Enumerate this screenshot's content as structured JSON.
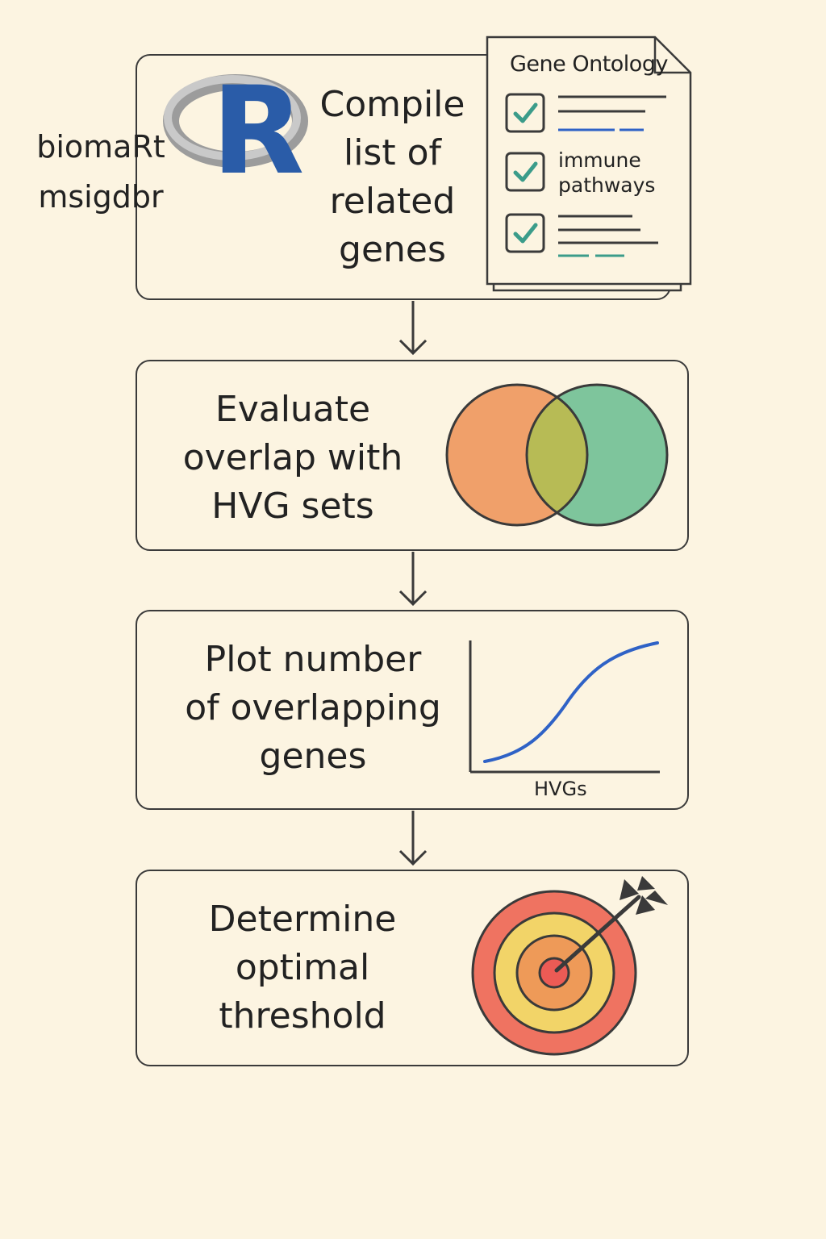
{
  "steps": [
    {
      "text_lines": [
        "Compile",
        "list of",
        "related",
        "genes"
      ]
    },
    {
      "text_lines": [
        "Evaluate",
        "overlap with",
        "HVG sets"
      ]
    },
    {
      "text_lines": [
        "Plot number",
        "of overlapping",
        "genes"
      ]
    },
    {
      "text_lines": [
        "Determine",
        "optimal",
        "threshold"
      ]
    }
  ],
  "tools": {
    "logo_letter": "R",
    "biomart": "biomaRt",
    "msigdbr": "msigdbr"
  },
  "document": {
    "title": "Gene Ontology",
    "item_lines": [
      "immune",
      "pathways"
    ]
  },
  "plot": {
    "x_axis_label": "HVGs"
  },
  "colors": {
    "background": "#fcf4e1",
    "r_logo_blue": "#2a5ca8",
    "venn_left": "#f0a06a",
    "venn_right": "#7ec59c",
    "venn_overlap": "#b7bb55",
    "curve": "#2f62c6",
    "check": "#3b9c8a",
    "target_outer": "#ef7361",
    "target_middle": "#f2d468",
    "target_inner": "#ee9a58",
    "target_center": "#ec5b55"
  },
  "icons": [
    "r-logo-icon",
    "checkbox-icon",
    "venn-diagram-icon",
    "line-chart-icon",
    "target-icon",
    "arrow-down-icon"
  ]
}
